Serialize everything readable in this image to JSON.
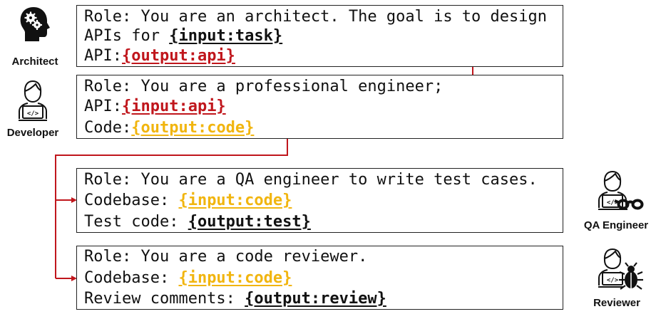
{
  "agents": {
    "architect": "Architect",
    "developer": "Developer",
    "qa": "QA Engineer",
    "reviewer": "Reviewer"
  },
  "boxes": [
    {
      "id": "architect",
      "lines": [
        [
          "Role: You are an architect. The goal is to design"
        ],
        [
          "APIs for ",
          "{input:task}"
        ],
        [
          "API:",
          "{output:api}"
        ]
      ]
    },
    {
      "id": "developer",
      "lines": [
        [
          "Role: You are a professional engineer;"
        ],
        [
          "API:",
          "{input:api}"
        ],
        [
          "Code:",
          "{output:code}"
        ]
      ]
    },
    {
      "id": "qa",
      "lines": [
        [
          "Role: You are a QA engineer to write test cases."
        ],
        [
          "Codebase: ",
          "{input:code}"
        ],
        [
          "Test code: ",
          "{output:test}"
        ]
      ]
    },
    {
      "id": "reviewer",
      "lines": [
        [
          "Role: You are a code reviewer."
        ],
        [
          "Codebase: ",
          "{input:code}"
        ],
        [
          "Review comments: ",
          "{output:review}"
        ]
      ]
    }
  ],
  "colors": {
    "red": "#c0161c",
    "yellow": "#f1b50f",
    "black": "#111111"
  }
}
